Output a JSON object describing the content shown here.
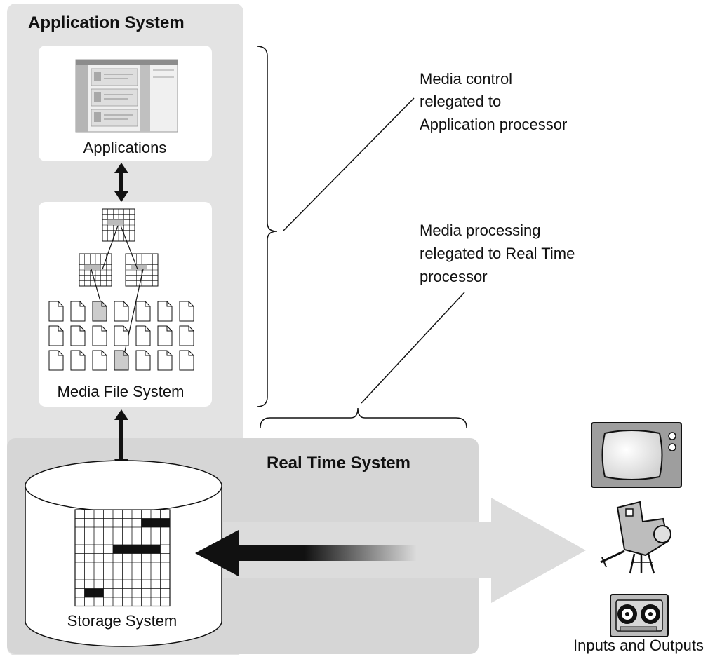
{
  "application_system": {
    "title": "Application System"
  },
  "applications": {
    "label": "Applications"
  },
  "media_file_system": {
    "label": "Media File System"
  },
  "storage_system": {
    "label": "Storage System"
  },
  "real_time_system": {
    "title": "Real Time System"
  },
  "annotations": {
    "media_control": [
      "Media control",
      "relegated to",
      "Application processor"
    ],
    "media_processing": [
      "Media processing",
      "relegated to Real Time",
      "processor"
    ]
  },
  "io": {
    "label": "Inputs and Outputs",
    "devices": [
      "tv-icon",
      "camera-icon",
      "tape-deck-icon"
    ]
  },
  "colors": {
    "panel": "#e3e3e3",
    "realtime_panel": "#d6d6d6",
    "box": "#ffffff",
    "ink": "#111111",
    "arrow_light": "#dcdcdc",
    "tv_body": "#9e9e9e"
  }
}
